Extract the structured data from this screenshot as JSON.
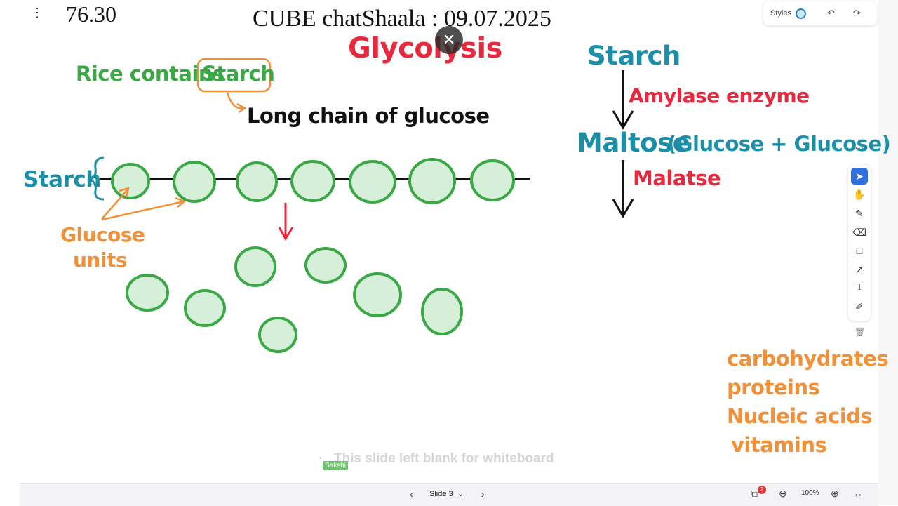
{
  "header": {
    "counter": "76.30",
    "title": "CUBE chatShaala : 09.07.2025"
  },
  "board": {
    "glycolysis": "Glycolysis",
    "rice_contains": "Rice contains",
    "starch_boxed": "Starch",
    "long_chain": "Long chain of glucose",
    "starch_left": "Starch",
    "glucose_units_line1": "Glucose",
    "glucose_units_line2": "units",
    "starch_right": "Starch",
    "amylase": "Amylase enzyme",
    "maltose": "Maltose",
    "maltose_detail": "(Glucose + Glucose)",
    "malatse": "Malatse",
    "nutrients": [
      "carbohydrates",
      "proteins",
      "Nucleic acids",
      "vitamins"
    ],
    "blank_note": "This slide left blank for whiteboard",
    "cursor_user": "Sakshi"
  },
  "colors": {
    "green": "#3aa844",
    "orange": "#f0913a",
    "red": "#e8283c",
    "teal": "#1b8ea8",
    "black": "#111111",
    "circle_fill": "#d6efd8"
  },
  "toolbar": {
    "styles_label": "Styles",
    "undo_icon": "undo-icon",
    "redo_icon": "redo-icon"
  },
  "tools": [
    "select-arrow-icon",
    "hand-icon",
    "pencil-icon",
    "eraser-icon",
    "rectangle-icon",
    "arrow-icon",
    "text-icon",
    "note-icon"
  ],
  "bottom": {
    "slide_label": "Slide 3",
    "zoom_label": "100%",
    "badge_count": "2"
  }
}
